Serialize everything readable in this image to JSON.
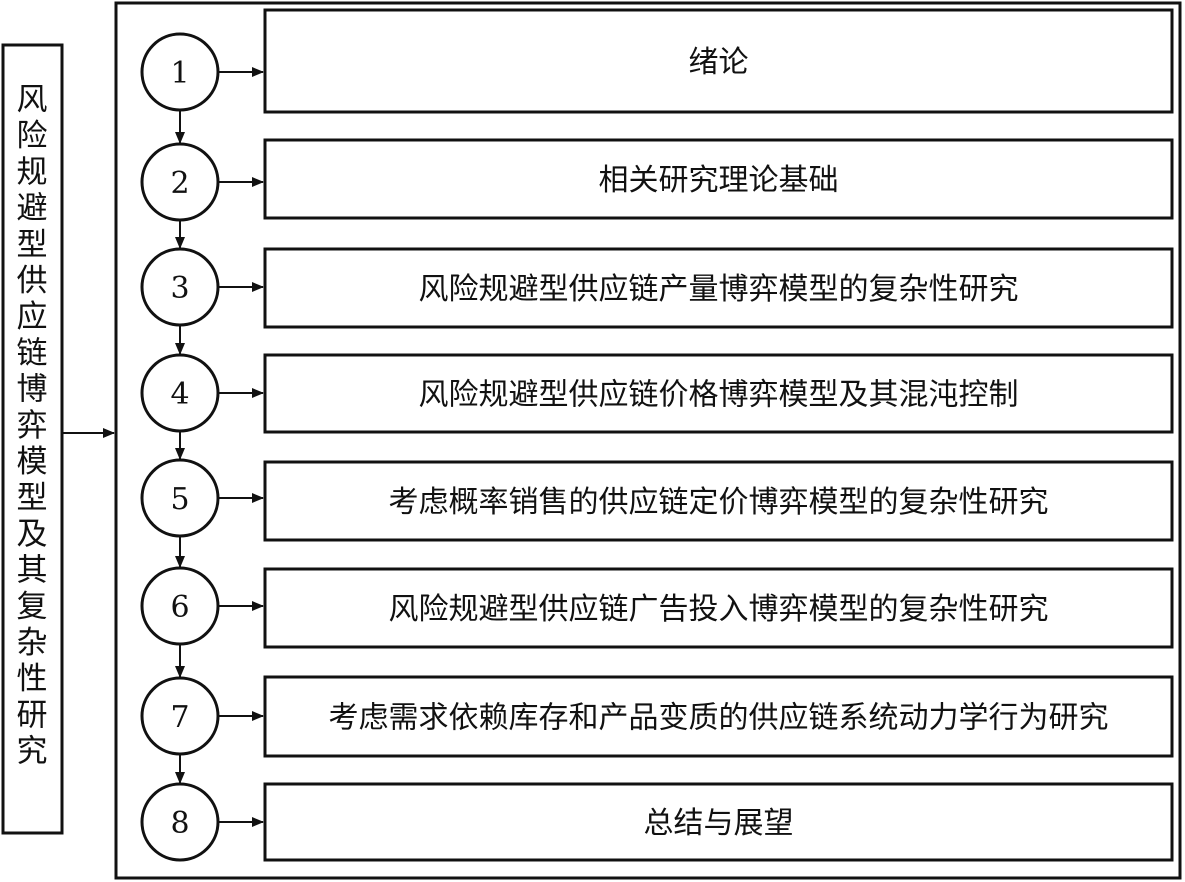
{
  "side_title": "风险规避型供应链博弈模型及其复杂性研究",
  "steps": [
    {
      "number": "1",
      "label": "绪论"
    },
    {
      "number": "2",
      "label": "相关研究理论基础"
    },
    {
      "number": "3",
      "label": "风险规避型供应链产量博弈模型的复杂性研究"
    },
    {
      "number": "4",
      "label": "风险规避型供应链价格博弈模型及其混沌控制"
    },
    {
      "number": "5",
      "label": "考虑概率销售的供应链定价博弈模型的复杂性研究"
    },
    {
      "number": "6",
      "label": "风险规避型供应链广告投入博弈模型的复杂性研究"
    },
    {
      "number": "7",
      "label": "考虑需求依赖库存和产品变质的供应链系统动力学行为研究"
    },
    {
      "number": "8",
      "label": "总结与展望"
    }
  ]
}
